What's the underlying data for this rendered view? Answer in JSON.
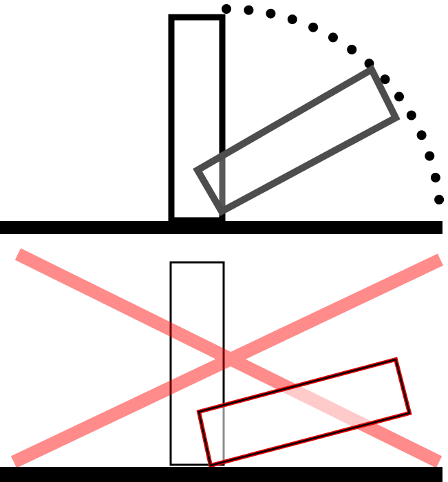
{
  "diagram": {
    "panels": [
      {
        "id": "correct",
        "marked_incorrect": false,
        "elements": [
          "ground-line",
          "upright-block",
          "tipped-block",
          "rotation-arc-dots"
        ]
      },
      {
        "id": "incorrect",
        "marked_incorrect": true,
        "elements": [
          "ground-line",
          "upright-block-outline",
          "misplaced-block",
          "cross-mark"
        ]
      }
    ],
    "colors": {
      "ground": "#000000",
      "block_outline": "#000000",
      "tipped_block": "#4d4d4d",
      "arc_dots": "#000000",
      "cross_mark": "#ff8a8a",
      "misplaced_block_outline": "#e00000"
    },
    "tipped_block_rotation_deg": 60
  }
}
